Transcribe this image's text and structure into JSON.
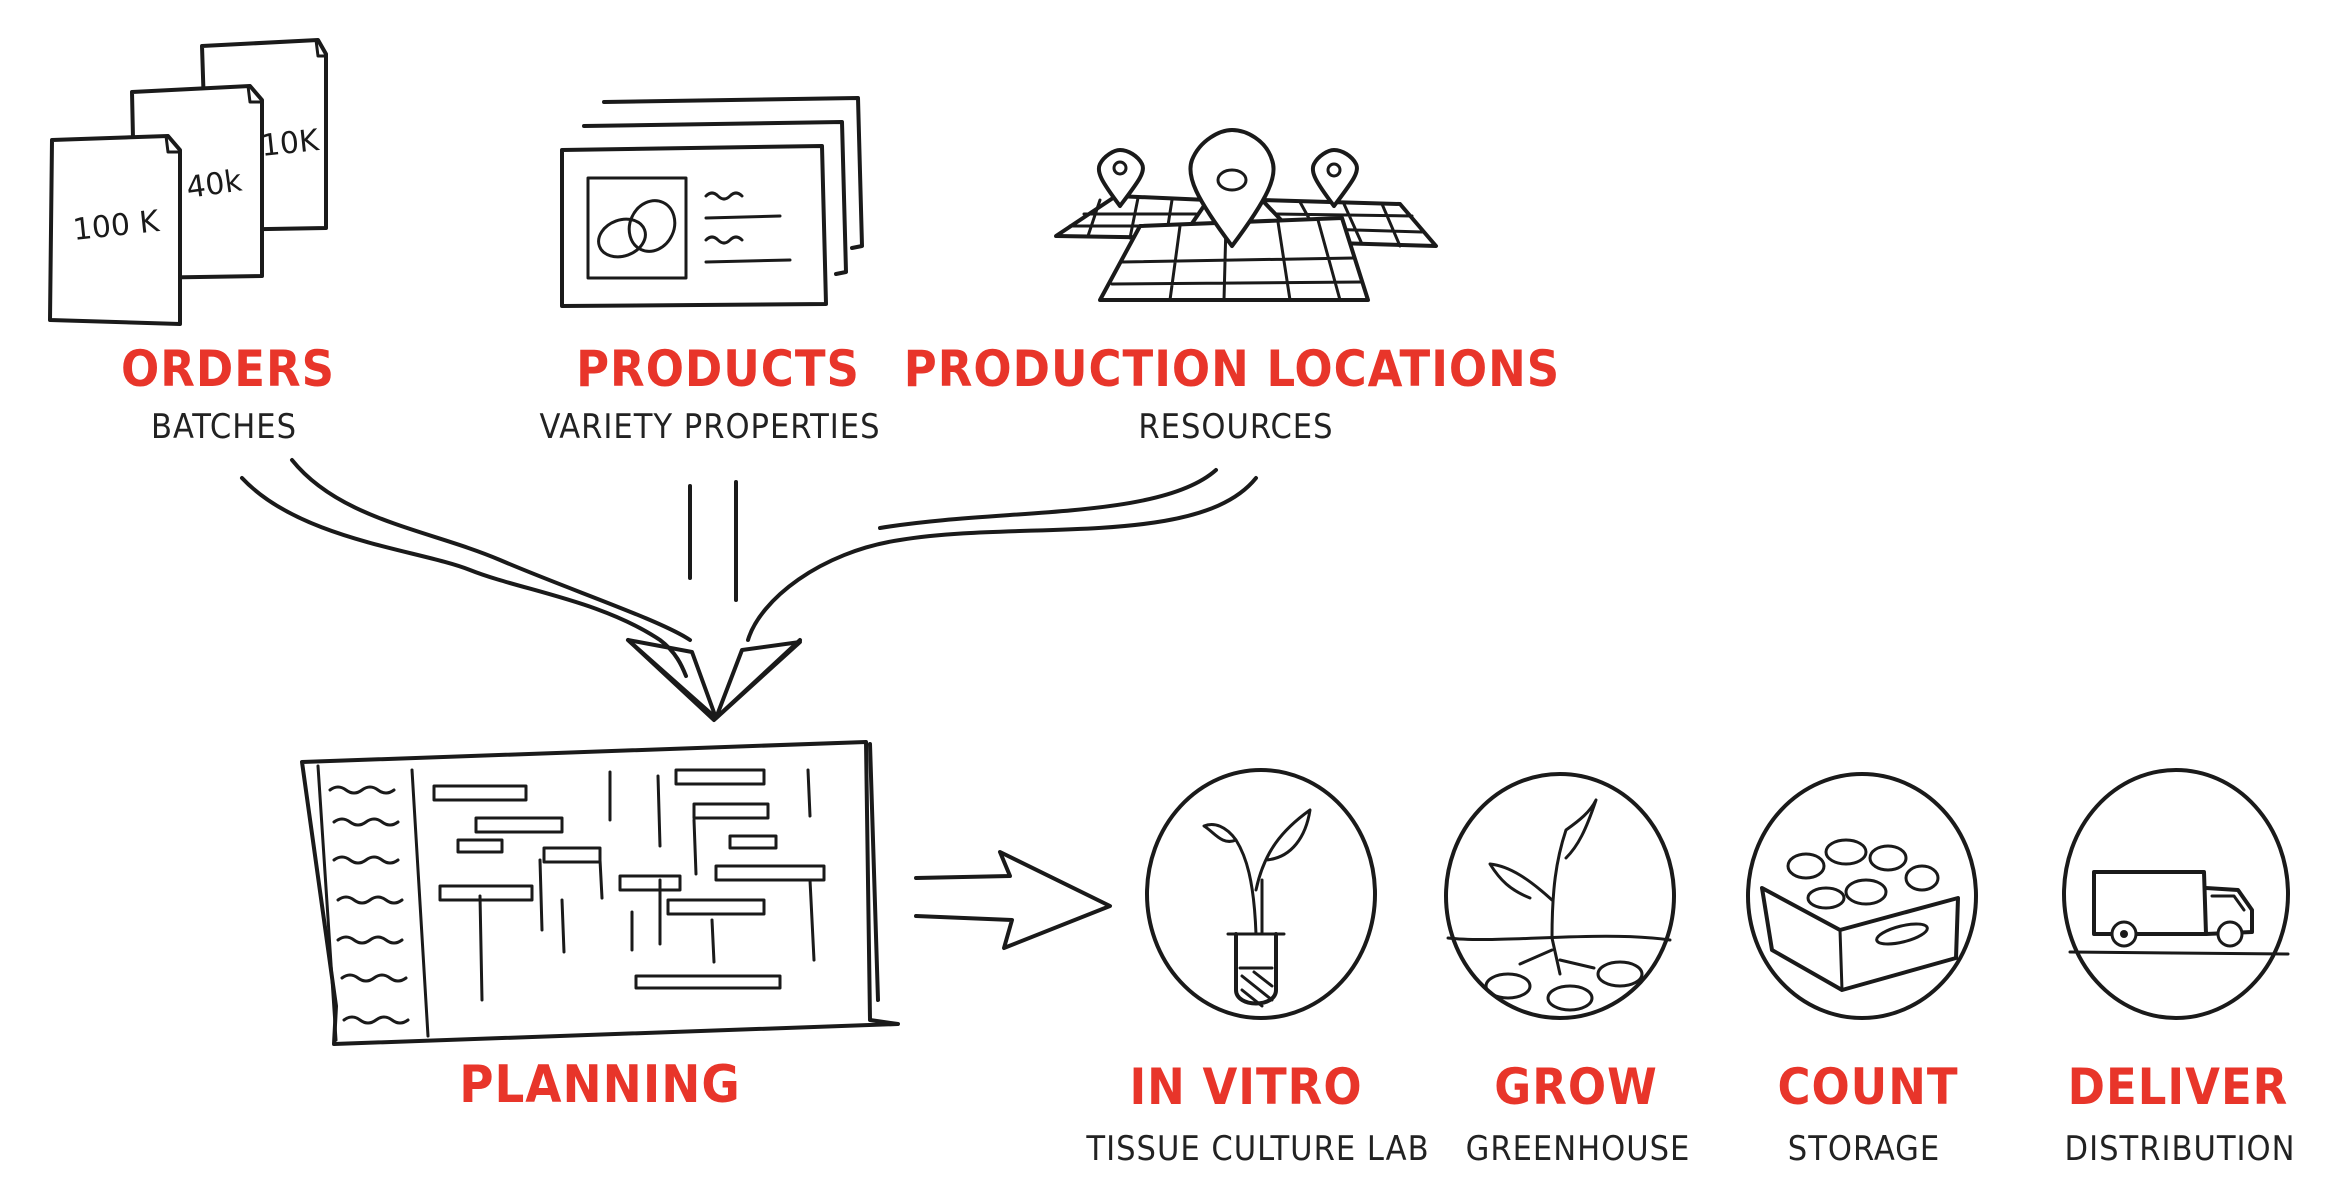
{
  "inputs": [
    {
      "title": "ORDERS",
      "subtitle": "BATCHES",
      "icon": "order-papers-icon",
      "quantities": [
        "100 K",
        "40k",
        "10K"
      ]
    },
    {
      "title": "PRODUCTS",
      "subtitle": "VARIETY  PROPERTIES",
      "icon": "product-cards-icon"
    },
    {
      "title": "PRODUCTION  LOCATIONS",
      "subtitle": "RESOURCES",
      "icon": "map-pins-icon"
    }
  ],
  "center": {
    "title": "PLANNING",
    "icon": "gantt-chart-icon"
  },
  "stages": [
    {
      "title": "IN VITRO",
      "subtitle": "TISSUE CULTURE LAB",
      "icon": "test-tube-plant-icon"
    },
    {
      "title": "GROW",
      "subtitle": "GREENHOUSE",
      "icon": "plant-sprout-icon"
    },
    {
      "title": "COUNT",
      "subtitle": "STORAGE",
      "icon": "potato-crate-icon"
    },
    {
      "title": "DELIVER",
      "subtitle": "DISTRIBUTION",
      "icon": "delivery-truck-icon"
    }
  ],
  "colors": {
    "accent": "#e8352a",
    "ink": "#1a1a1a"
  }
}
